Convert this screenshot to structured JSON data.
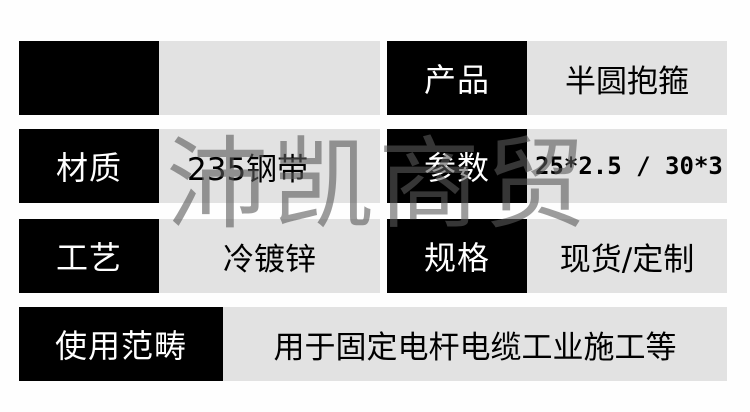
{
  "rows": [
    {
      "left": {
        "label": "",
        "value": ""
      },
      "right": {
        "label": "产品",
        "value": "半圆抱箍"
      }
    },
    {
      "left": {
        "label": "材质",
        "value": "235钢带"
      },
      "right": {
        "label": "参数",
        "value": "25*2.5 / 30*3"
      }
    },
    {
      "left": {
        "label": "工艺",
        "value": "冷镀锌"
      },
      "right": {
        "label": "规格",
        "value": "现货/定制"
      }
    }
  ],
  "usage": {
    "label": "使用范畴",
    "value": "用于固定电杆电缆工业施工等"
  },
  "watermark": "沛凯商贸",
  "colors": {
    "label_bg": "#000000",
    "label_text": "#ffffff",
    "value_bg": "#e2e2e2",
    "value_text": "#000000",
    "page_bg": "#fefefe"
  }
}
